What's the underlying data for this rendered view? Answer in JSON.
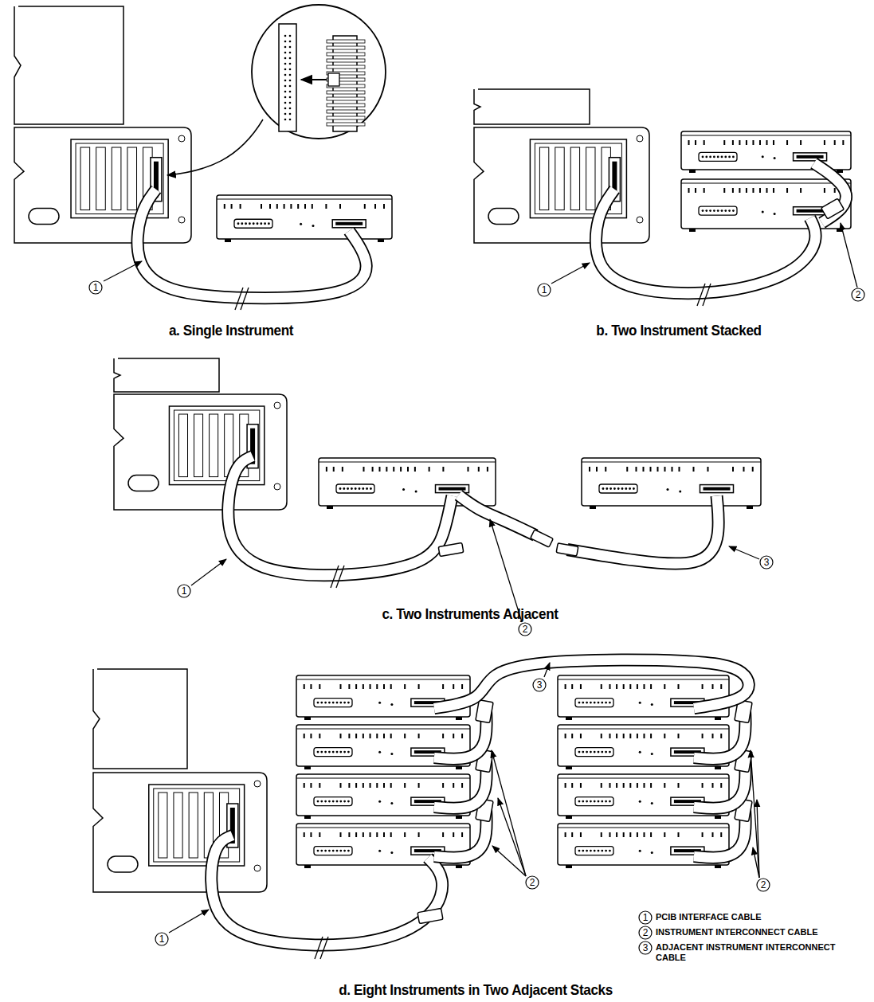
{
  "diagram": {
    "labels": [
      "1",
      "a. Single Instrument",
      "1",
      "2",
      "b. Two Instrument Stacked",
      "1",
      "2",
      "3",
      "c. Two Instruments Adjacent",
      "3",
      "2",
      "2",
      "1",
      "d. Eight Instruments in Two Adjacent Stacks",
      "1",
      "2",
      "3"
    ],
    "legend": [
      {
        "text": "PCIB INTERFACE CABLE"
      },
      {
        "text": "INSTRUMENT INTERCONNECT CABLE"
      },
      {
        "text": "ADJACENT INSTRUMENT INTERCONNECT CABLE"
      }
    ]
  }
}
